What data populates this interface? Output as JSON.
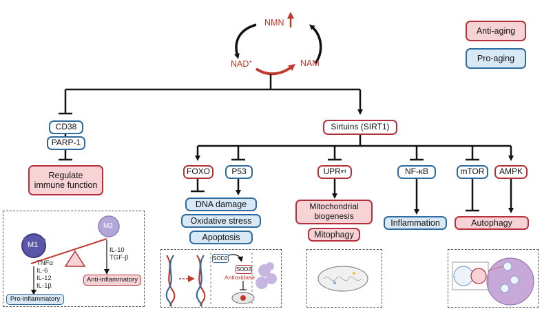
{
  "legend": {
    "anti": "Anti-aging",
    "pro": "Pro-aging"
  },
  "cycle": {
    "nmn": "NMN",
    "nad": "NAD",
    "nad_sup": "+",
    "nam": "NAM"
  },
  "left": {
    "cd38": "CD38",
    "parp1": "PARP-1",
    "regulate": [
      "Regulate",
      "immune function"
    ]
  },
  "sirtuins": "Sirtuins (SIRT1)",
  "targets": {
    "foxo": "FOXO",
    "p53": "P53",
    "upr": "UPR",
    "upr_sup": "mt",
    "nfkb": "NF-κB",
    "mtor": "mTOR",
    "ampk": "AMPK"
  },
  "outcomes": {
    "dna_damage": "DNA damage",
    "oxidative_stress": "Oxidative stress",
    "apoptosis": "Apoptosis",
    "mito_biogenesis": [
      "Mitochondrial",
      "biogenesis"
    ],
    "mitophagy": "Mitophagy",
    "inflammation": "Inflammation",
    "autophagy": "Autophagy"
  },
  "macrophage": {
    "m1": "M1",
    "m2": "M2",
    "m1_cytokines": [
      "TNFα",
      "IL-6",
      "IL-12",
      "IL-1β"
    ],
    "m2_cytokines": [
      "IL-10",
      "TGF-β"
    ],
    "pro_inflammatory": "Pro-inflammatory",
    "anti_inflammatory": "Anti-inflammatory"
  },
  "sod_panel": {
    "sod2_left": "SOD2",
    "sod2_right": "SOD2",
    "antioxidase": "Antioxidase"
  },
  "colors": {
    "anti_border": "#b5303b",
    "anti_fill": "#f8d3d6",
    "pro_border": "#2d6a9f",
    "pro_fill": "#d9e8f5",
    "accent_red": "#c0392b"
  }
}
